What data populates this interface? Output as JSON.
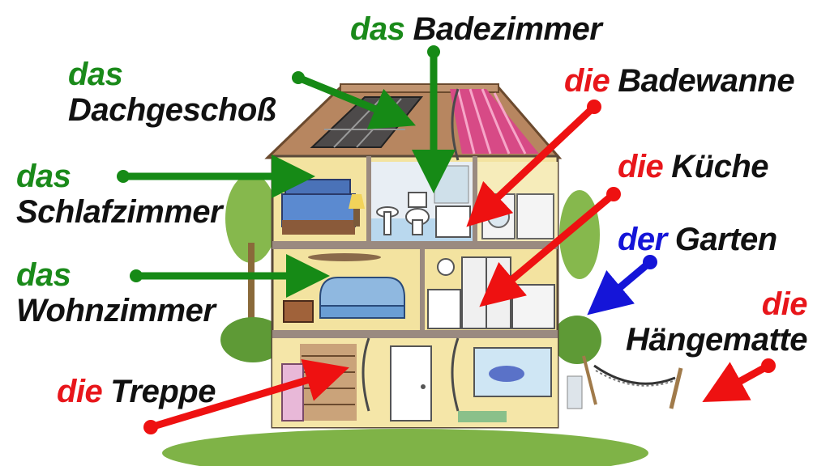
{
  "colors": {
    "neuter": "#1a8a1a",
    "feminine": "#e8161b",
    "masculine": "#1515d8",
    "noun": "#111111"
  },
  "labels": {
    "badezimmer": {
      "article": "das",
      "noun": "Badezimmer",
      "gender": "neuter"
    },
    "dachgeschoss": {
      "article": "das",
      "noun": "Dachgeschoß",
      "gender": "neuter"
    },
    "badewanne": {
      "article": "die",
      "noun": "Badewanne",
      "gender": "feminine"
    },
    "schlafzimmer": {
      "article": "das",
      "noun": "Schlafzimmer",
      "gender": "neuter"
    },
    "kueche": {
      "article": "die",
      "noun": "Küche",
      "gender": "feminine"
    },
    "garten": {
      "article": "der",
      "noun": "Garten",
      "gender": "masculine"
    },
    "wohnzimmer": {
      "article": "das",
      "noun": "Wohnzimmer",
      "gender": "neuter"
    },
    "haengematte": {
      "article": "die",
      "noun": "Hängematte",
      "gender": "feminine"
    },
    "treppe": {
      "article": "die",
      "noun": "Treppe",
      "gender": "feminine"
    }
  },
  "illustration": {
    "icon": "house-cutaway-illustration"
  }
}
